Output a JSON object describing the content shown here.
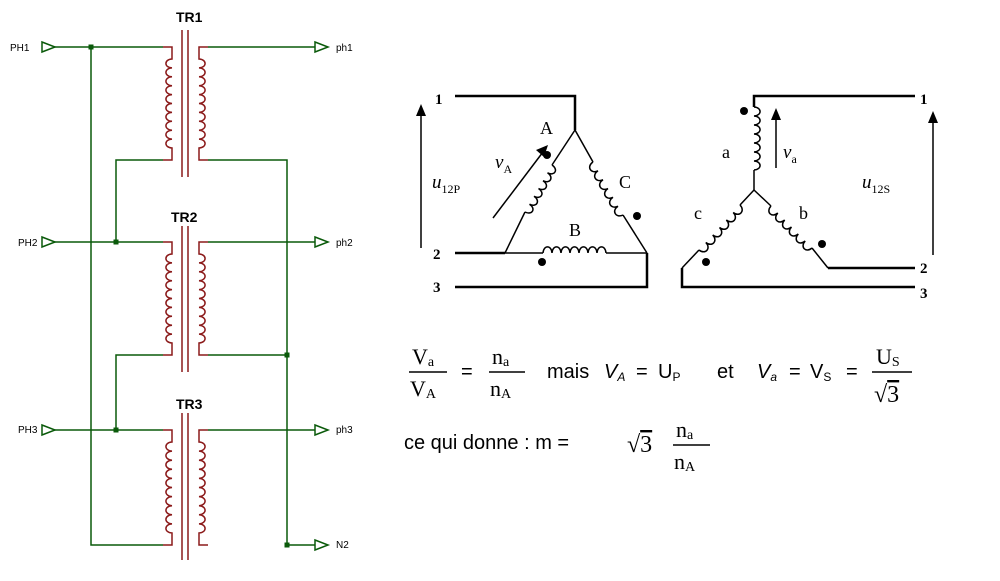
{
  "schematic": {
    "transformers": [
      "TR1",
      "TR2",
      "TR3"
    ],
    "primary_inputs": [
      "PH1",
      "PH2",
      "PH3"
    ],
    "secondary_outputs": [
      "ph1",
      "ph2",
      "ph3",
      "N2"
    ],
    "colors": {
      "wire": "#0a5a0a",
      "winding": "#8b1a1a",
      "core": "#8b1a1a"
    }
  },
  "delta": {
    "terminals": [
      "1",
      "2",
      "3"
    ],
    "windings": [
      "A",
      "B",
      "C"
    ],
    "voltage_var": "u",
    "voltage_sub": "12P",
    "phase_var": "v",
    "phase_sub": "A"
  },
  "star": {
    "terminals": [
      "1",
      "2",
      "3"
    ],
    "windings": [
      "a",
      "b",
      "c"
    ],
    "voltage_var": "u",
    "voltage_sub": "12S",
    "phase_var": "v",
    "phase_sub": "a"
  },
  "formula1": {
    "frac1_num": "V",
    "frac1_num_sub": "a",
    "frac1_den": "V",
    "frac1_den_sub": "A",
    "eq1": "=",
    "frac2_num": "n",
    "frac2_num_sub": "a",
    "frac2_den": "n",
    "frac2_den_sub": "A",
    "mais": "mais",
    "VA": "V",
    "VA_sub": "A",
    "eq2": "=",
    "UP": "U",
    "UP_sub": "P",
    "et": "et",
    "Va": "V",
    "Va_sub": "a",
    "eq3": "=",
    "VS": "V",
    "VS_sub": "S",
    "eq4": "=",
    "frac3_num": "U",
    "frac3_num_sub": "S",
    "sqrt_sym": "√",
    "three": "3"
  },
  "formula2": {
    "text": "ce qui donne : m =",
    "sqrt_sym": "√",
    "three": "3",
    "num": "n",
    "num_sub": "a",
    "den": "n",
    "den_sub": "A"
  }
}
